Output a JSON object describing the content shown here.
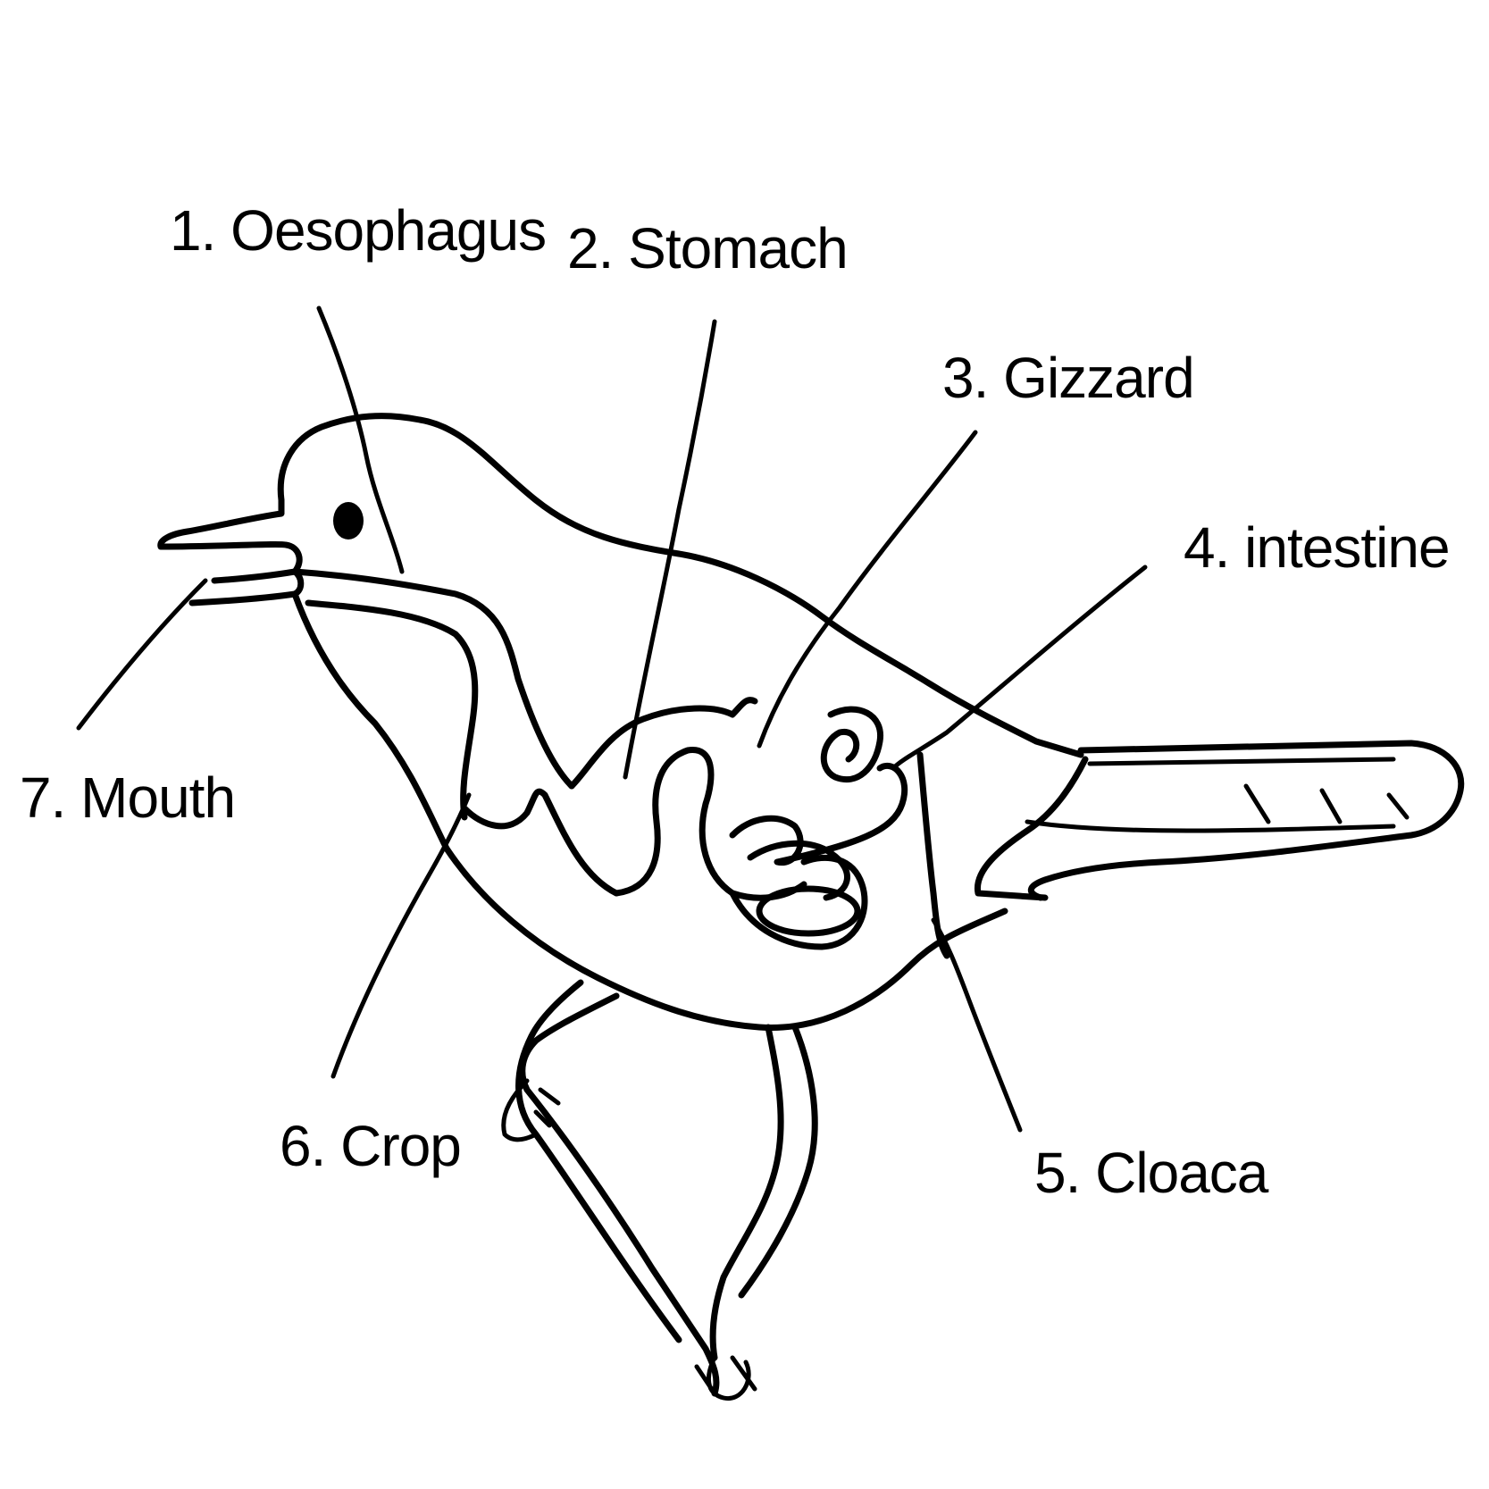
{
  "diagram": {
    "labels": [
      {
        "id": "oesophagus",
        "text": "1. Oesophagus"
      },
      {
        "id": "stomach",
        "text": "2. Stomach"
      },
      {
        "id": "gizzard",
        "text": "3. Gizzard"
      },
      {
        "id": "intestine",
        "text": "4. intestine"
      },
      {
        "id": "cloaca",
        "text": "5. Cloaca"
      },
      {
        "id": "crop",
        "text": "6. Crop"
      },
      {
        "id": "mouth",
        "text": "7. Mouth"
      }
    ],
    "colors": {
      "ink": "#000000",
      "background": "#ffffff"
    }
  }
}
